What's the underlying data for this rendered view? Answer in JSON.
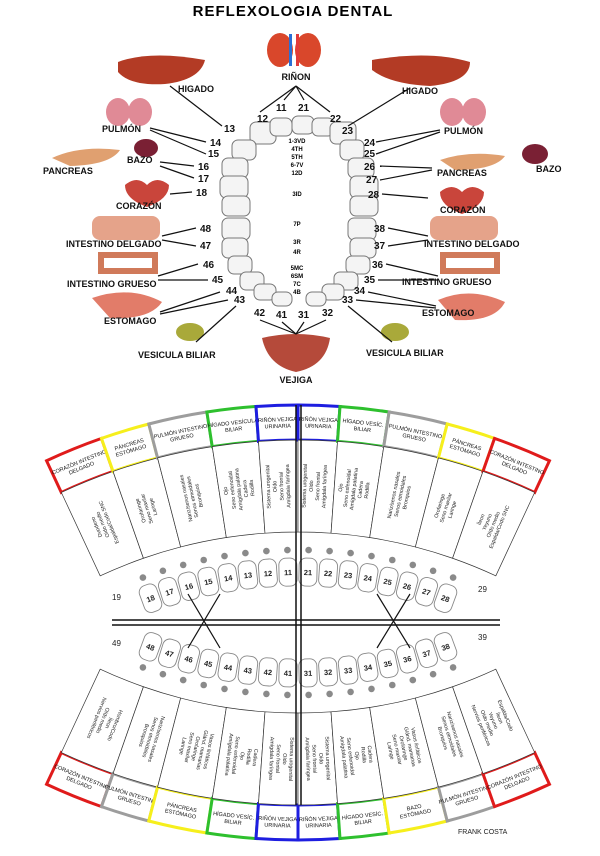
{
  "title": "REFLEXOLOGIA DENTAL",
  "credit": "FRANK COSTA",
  "colors": {
    "red": "#e01b1b",
    "yellow": "#f6ef1c",
    "grey": "#9d9d9d",
    "green": "#2ec02e",
    "blue": "#1e1ee0"
  },
  "top": {
    "organs": {
      "rinon": "RIÑON",
      "higado_l": "HIGADO",
      "higado_r": "HIGADO",
      "pulmon_l": "PULMÓN",
      "pulmon_r": "PULMÓN",
      "bazo_l": "BAZO",
      "bazo_r": "BAZO",
      "pancreas_l": "PANCREAS",
      "pancreas_r": "PANCREAS",
      "corazon_l": "CORAZÓN",
      "corazon_r": "CORAZÓN",
      "intdel_l": "INTESTINO DELGADO",
      "intdel_r": "INTESTINO DELGADO",
      "intgru_l": "INTESTINO GRUESO",
      "intgru_r": "INTESTINO GRUESO",
      "estomago_l": "ESTOMAGO",
      "estomago_r": "ESTOMAGO",
      "vesicula_l": "VESICULA BILIAR",
      "vesicula_r": "VESICULA BILIAR",
      "vejiga": "VEJIGA"
    },
    "numbers": [
      "12",
      "11",
      "21",
      "22",
      "13",
      "23",
      "14",
      "24",
      "15",
      "25",
      "16",
      "26",
      "17",
      "27",
      "18",
      "28",
      "48",
      "38",
      "47",
      "37",
      "46",
      "36",
      "45",
      "35",
      "44",
      "34",
      "43",
      "33",
      "42",
      "41",
      "31",
      "32"
    ],
    "vertebrae": [
      "1-3VD",
      "4TH",
      "5TH",
      "6-7V",
      "12D",
      "3ID",
      "7P",
      "3R",
      "4R",
      "5MC",
      "6SM",
      "7C",
      "4B"
    ]
  },
  "upper": {
    "headers": [
      "CORAZÓN INTESTINO DELGADO",
      "PÁNCREAS ESTÓMAGO",
      "PULMÓN INTESTINO GRUESO",
      "HÍGADO VESÍCULA BILIAR",
      "RIÑÓN VEJIGA URINARIA",
      "RIÑÓN VEJIGA URINARIA",
      "HÍGADO VESÍC. BILIAR",
      "PULMÓN INTESTINO GRUESO",
      "PÁNCREAS ESTÓMAGO",
      "CORAZÓN INTESTINO DELGADO"
    ],
    "cells": [
      "Duodeno · Oído medio · Espalda/Codo SNC",
      "Orofaringe · Seno maxilar · Laringe",
      "Nariz/senos nasales · Senos etmoidales · Bronquios",
      "Ojo · Seno esfenoidal · Amígdala palatina · Cadera · Rodilla",
      "Sistema urogenital · Oído · Seno frontal · Amígdala faríngea",
      "Sistema urogenital · Oído · Seno frontal · Amígdala faríngea",
      "Ojo · Seno esfenoidal · Amígdala palatina · Cadera · Rodilla",
      "Nariz/senos nasales · Senos etmoidales · Bronquios",
      "Orofaringe · Seno maxilar · Laringe",
      "Íleon · Yeyuno · Oído medio · Espalda/Codo SNC"
    ],
    "teeth": [
      "18",
      "17",
      "16",
      "15",
      "14",
      "13",
      "12",
      "11",
      "21",
      "22",
      "23",
      "24",
      "25",
      "26",
      "27",
      "28"
    ],
    "side_l": "19",
    "side_r": "29"
  },
  "lower": {
    "teeth": [
      "48",
      "47",
      "46",
      "45",
      "44",
      "43",
      "42",
      "41",
      "31",
      "32",
      "33",
      "34",
      "35",
      "36",
      "37",
      "38"
    ],
    "side_l": "49",
    "side_r": "39",
    "cells": [
      "Hombro/Codo · Íleon · Oído medio · Nervios periféricos",
      "Nariz/senos nasales · Senos etmoidales · Bronquios",
      "Vasos linfáticos · Glánd. mamarias · Orofaringe · Seno maxilar · Laringe",
      "Cadera · Rodilla · Ojo · Seno esfenoidal · Amígdala palatina",
      "Sistema urogenital · Oído · Seno frontal · Amígdala faríngea",
      "Sistema urogenital · Oído · Seno frontal · Amígdala faríngea",
      "Cadera · Rodilla · Ojo · Seno esfenoidal · Amígdala palatina",
      "Vasos linfáticos · Glánd. mamarias · Orofaringe · Seno maxilar · Laringe",
      "Nariz/senos nasales · Senos etmoidales · Bronquios",
      "Espalda/Codo · Íleon · Yeyuno · Oído medio · Nervios periféricos"
    ],
    "headers": [
      "CORAZÓN INTESTINO DELGADO",
      "PULMÓN INTESTINO GRUESO",
      "PÁNCREAS ESTÓMAGO",
      "HÍGADO VESÍC. BILIAR",
      "RIÑÓN VEJIGA URINARIA",
      "RIÑÓN VEJIGA URINARIA",
      "HÍGADO VESÍC. BILIAR",
      "BAZO ESTÓMAGO",
      "PULMÓN INTESTINO GRUESO",
      "CORAZÓN INTESTINO DELGADO"
    ]
  }
}
